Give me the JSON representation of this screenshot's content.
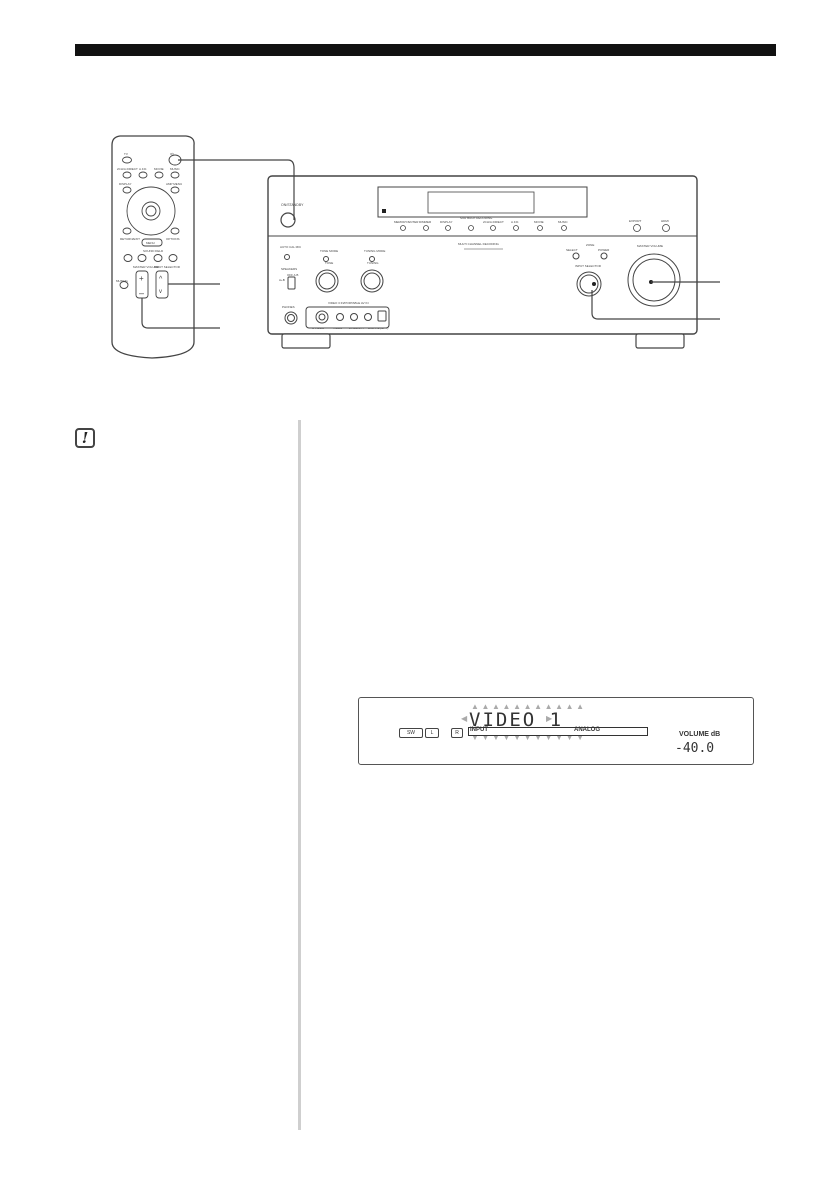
{
  "note": {
    "icon": "caution-icon",
    "symbol": "!"
  },
  "remote": {
    "labels": [
      "TV",
      "I/⏻",
      "MOVIE",
      "MUSIC",
      "2CH/A.DIRECT",
      "A.F.D.",
      "DISPLAY",
      "AMP MENU",
      "RETURN/EXIT",
      "OPTIONS",
      "MENU",
      "SHIFT",
      "SOUND FIELD",
      "MUTING",
      "MASTER VOLUME",
      "INPUT SELECTOR",
      "+",
      "–"
    ]
  },
  "receiver": {
    "labels": [
      "ON/STANDBY",
      "MEMORY/ENTER",
      "DIMMER",
      "DISPLAY",
      "SUR BACK DECODING",
      "2CH/A.DIRECT",
      "A.F.D.",
      "MOVIE",
      "MUSIC",
      "MULTI CHANNEL DECODING",
      "EXPORT",
      "HDMI",
      "AUTO CAL MIC",
      "TONE MODE",
      "TUNING MODE",
      "SPEAKERS",
      "OFF",
      "A",
      "B",
      "A+B",
      "TONE",
      "TUNING",
      "ZONE",
      "SELECT",
      "POWER",
      "INPUT SELECTOR",
      "MASTER VOLUME",
      "PHONES",
      "VIDEO 3 IN/PORTABLE AV IN",
      "S VIDEO",
      "VIDEO",
      "L",
      "AUDIO",
      "R",
      "DIGITAL (OPT)"
    ]
  },
  "display": {
    "main_text": "VIDEO 1",
    "arrows_top": "▲▲▲▲▲▲▲▲▲▲▲",
    "arrows_bottom": "▼▼▼▼▼▼▼▼▼▼▼",
    "side_left": "◀",
    "side_right": "▶",
    "ind_sw": "SW",
    "ind_l": "L",
    "ind_r": "R",
    "input_label": "INPUT",
    "mode_label": "ANALOG",
    "volume_label": "VOLUME dB",
    "volume_value": "-40.0"
  }
}
